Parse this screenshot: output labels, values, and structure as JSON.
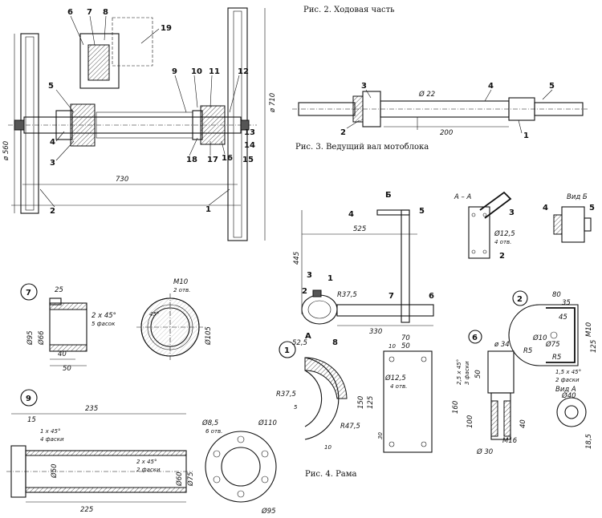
{
  "captions": {
    "fig2": "Рис. 2. Ходовая часть",
    "fig3": "Рис. 3. Ведущий вал мотоблока",
    "fig4": "Рис. 4. Рама"
  },
  "fig2": {
    "callouts": [
      "6",
      "7",
      "8",
      "19",
      "5",
      "4",
      "3",
      "9",
      "10",
      "11",
      "12",
      "13",
      "14",
      "15",
      "16",
      "17",
      "18",
      "2",
      "1"
    ],
    "dims": {
      "wheel_dia": "ø 560",
      "wheel_dia2": "ø 710",
      "track": "730"
    }
  },
  "fig3": {
    "callouts": [
      "3",
      "4",
      "5",
      "2",
      "1"
    ],
    "dims": {
      "dia": "Ø 22",
      "len": "200"
    }
  },
  "fig4": {
    "callouts": [
      "4",
      "5",
      "3",
      "1",
      "2",
      "7",
      "6",
      "8",
      "А",
      "Б"
    ],
    "dims": {
      "d445": "445",
      "d525": "525",
      "d330": "330",
      "r375": "R37,5"
    },
    "section_aa": {
      "title": "А – А",
      "dim": "Ø12,5",
      "note": "4 отв.",
      "callouts": [
        "3",
        "2"
      ]
    },
    "view_b": {
      "title": "Вид Б",
      "callouts": [
        "4",
        "5"
      ]
    }
  },
  "part7": {
    "num": "7",
    "dims": {
      "d25": "25",
      "d95": "Ø95",
      "d66": "Ø66",
      "d40": "40",
      "d50": "50",
      "chamfer": "2 x 45°",
      "chamfer_note": "5 фасок",
      "m10": "M10",
      "holes": "2 отв.",
      "d105": "Ø105",
      "ang": "45°"
    }
  },
  "part1": {
    "num": "1",
    "dims": {
      "d525": "52,5",
      "r375": "R37,5",
      "r475": "R47,5",
      "d150": "150",
      "d125": "125",
      "d5": "5",
      "d10": "10",
      "d70": "70",
      "d50": "50",
      "d10b": "10",
      "d125h": "Ø12,5",
      "holes": "4 отв.",
      "d30": "30"
    }
  },
  "part6": {
    "num": "6",
    "dims": {
      "d34": "ø 34",
      "ch": "2,5 x 45°",
      "chn": "3 фаски",
      "d50": "50",
      "d160": "160",
      "d100": "100",
      "d30": "Ø 30",
      "m16": "M16",
      "d40": "40",
      "viewA": "Вид А",
      "d40b": "Ø40",
      "d185": "18,5"
    }
  },
  "part2": {
    "num": "2",
    "dims": {
      "d80": "80",
      "d35": "35",
      "d45": "45",
      "m10": "M10",
      "d10": "Ø10",
      "d75": "Ø75",
      "d125": "125",
      "r5": "R5",
      "r5b": "R5",
      "ch": "1,5 x 45°",
      "chn": "2 фаски"
    }
  },
  "part9": {
    "num": "9",
    "dims": {
      "d235": "235",
      "d15": "15",
      "ch1": "1 x 45°",
      "chn1": "4 фаски",
      "d50": "Ø50",
      "ch2": "2 x 45°",
      "chn2": "2 фаски",
      "d60": "Ø60",
      "d75": "Ø75",
      "d225": "225",
      "d85": "Ø8,5",
      "holes": "6 отв.",
      "d110": "Ø110",
      "d95": "Ø95"
    }
  }
}
